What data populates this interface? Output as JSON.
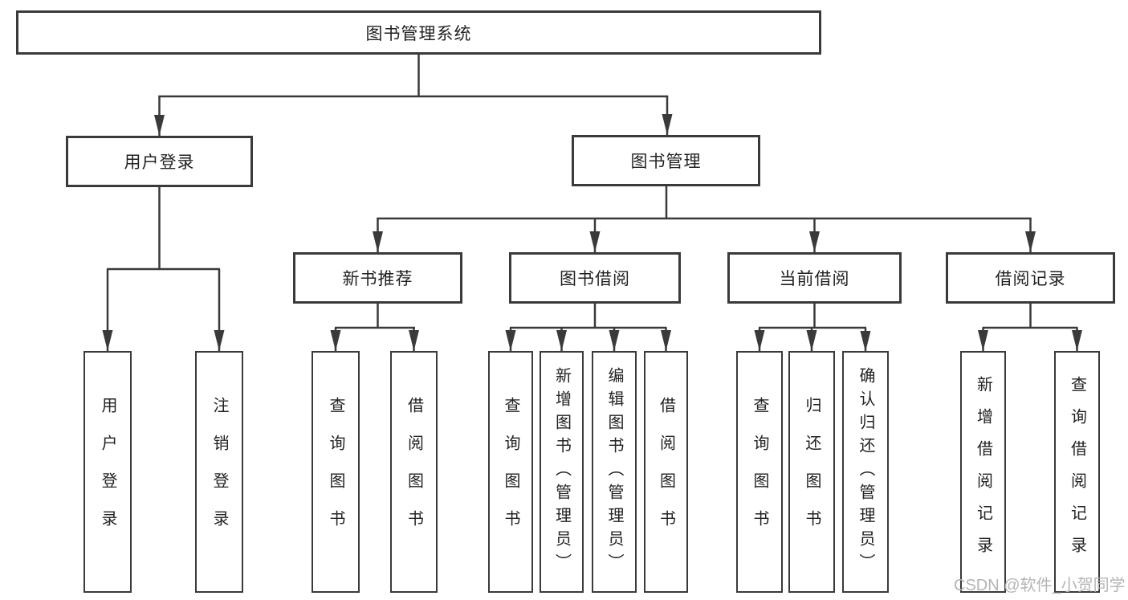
{
  "diagram": {
    "tree": {
      "label": "图书管理系统",
      "children": [
        {
          "label": "用户登录",
          "children": [
            {
              "label": "用户登录"
            },
            {
              "label": "注销登录"
            }
          ]
        },
        {
          "label": "图书管理",
          "children": [
            {
              "label": "新书推荐",
              "children": [
                {
                  "label": "查询图书"
                },
                {
                  "label": "借阅图书"
                }
              ]
            },
            {
              "label": "图书借阅",
              "children": [
                {
                  "label": "查询图书"
                },
                {
                  "label": "新增图书（管理员）"
                },
                {
                  "label": "编辑图书（管理员）"
                },
                {
                  "label": "借阅图书"
                }
              ]
            },
            {
              "label": "当前借阅",
              "children": [
                {
                  "label": "查询图书"
                },
                {
                  "label": "归还图书"
                },
                {
                  "label": "确认归还（管理员）"
                }
              ]
            },
            {
              "label": "借阅记录",
              "children": [
                {
                  "label": "新增借阅记录"
                },
                {
                  "label": "查询借阅记录"
                }
              ]
            }
          ]
        }
      ]
    },
    "colors": {
      "line": "#3a3a3a",
      "box_border": "#3a3a3a",
      "text": "#222222",
      "background": "#ffffff",
      "watermark": "#b5b5b5"
    }
  },
  "watermark": {
    "text": "CSDN @软件_小贺同学"
  }
}
